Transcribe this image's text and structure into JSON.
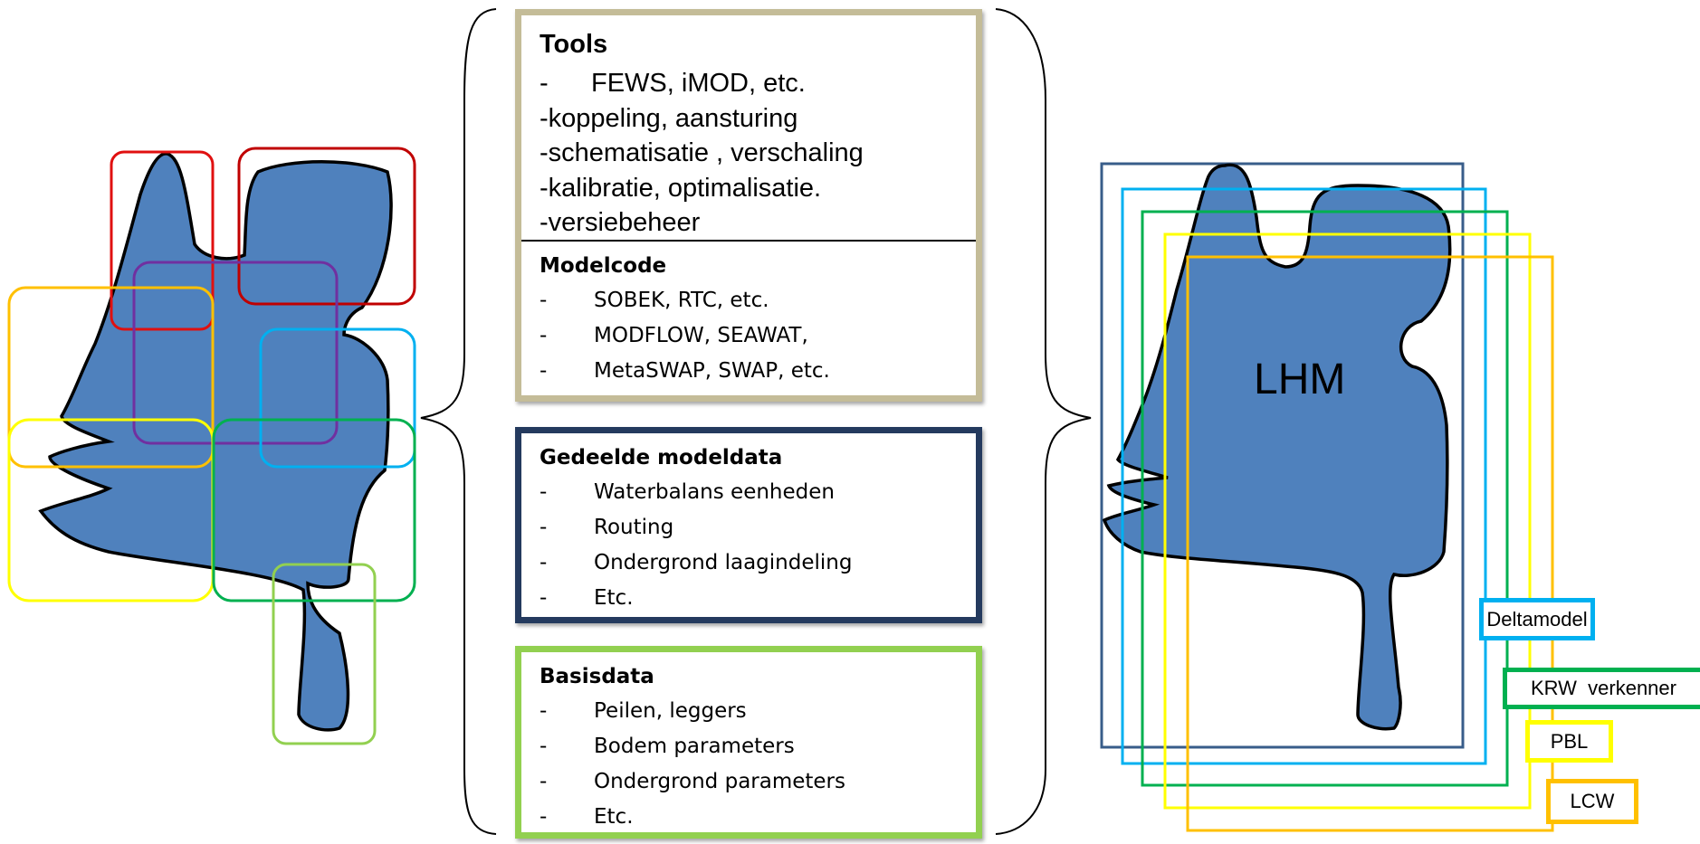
{
  "tools": {
    "title": "Tools",
    "items": [
      {
        "dash": "-",
        "text": "FEWS, iMOD, etc."
      },
      {
        "dash": "",
        "text": "-koppeling, aansturing"
      },
      {
        "dash": "",
        "text": "-schematisatie , verschaling"
      },
      {
        "dash": "",
        "text": "-kalibratie, optimalisatie."
      },
      {
        "dash": "",
        "text": "-versiebeheer"
      }
    ],
    "border_color": "#c4bc98"
  },
  "modelcode": {
    "title": "Modelcode",
    "items": [
      "SOBEK, RTC, etc.",
      "MODFLOW, SEAWAT,",
      "MetaSWAP, SWAP, etc."
    ]
  },
  "gedeelde_modeldata": {
    "title": "Gedeelde modeldata",
    "items": [
      "Waterbalans eenheden",
      "Routing",
      "Ondergrond laagindeling",
      "Etc."
    ],
    "border_color": "#243a5e"
  },
  "basisdata": {
    "title": "Basisdata",
    "items": [
      "Peilen, leggers",
      "Bodem parameters",
      "Ondergrond parameters",
      "Etc."
    ],
    "border_color": "#92d050"
  },
  "list_dash": "-",
  "lhm_label": "LHM",
  "legend": {
    "deltamodel": {
      "label": "Deltamodel",
      "color": "#00b0f0"
    },
    "krw": {
      "label": "KRW  verkenner",
      "color": "#00b050"
    },
    "pbl": {
      "label": "PBL",
      "color": "#ffff00"
    },
    "lcw": {
      "label": "LCW",
      "color": "#ffc000"
    }
  },
  "map_fill_color": "#4f81bd",
  "region_colors": [
    "#e01010",
    "#c00000",
    "#7030a0",
    "#ffc000",
    "#00b0f0",
    "#ffff00",
    "#00b050",
    "#92d050"
  ]
}
